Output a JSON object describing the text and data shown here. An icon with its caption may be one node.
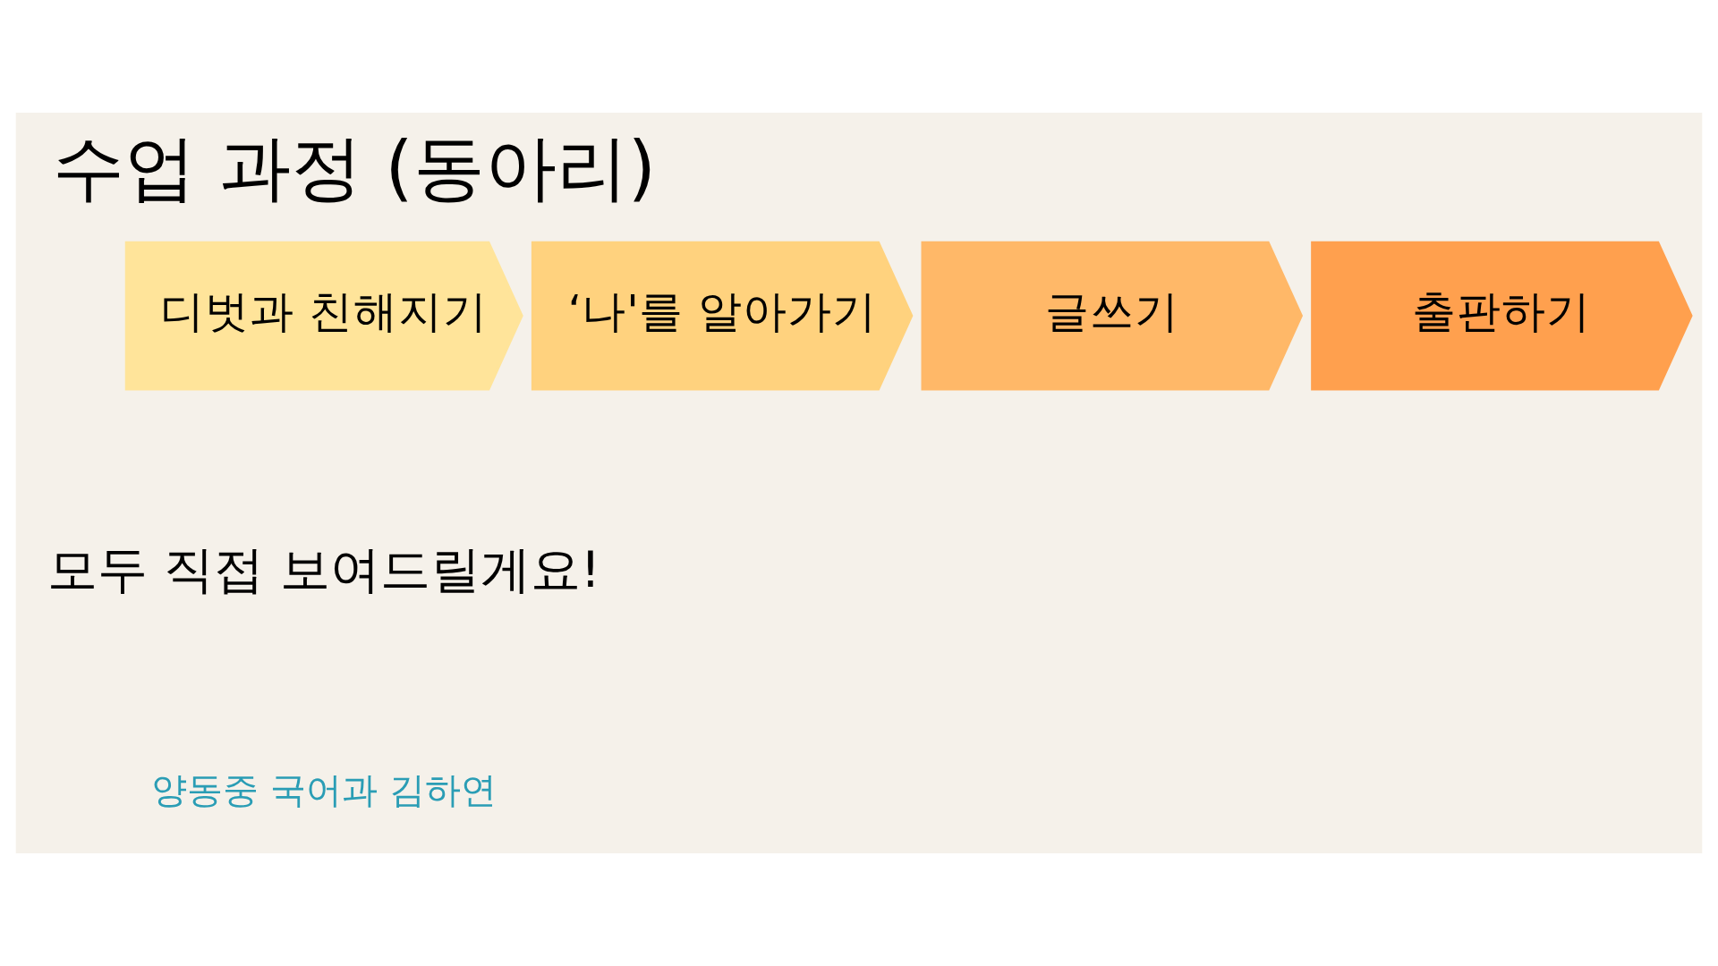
{
  "diagram": {
    "title": "수업 과정 (동아리)",
    "nodes": [
      {
        "text": [
          "디벗과 친해지기"
        ]
      },
      {
        "text": [
          "‘나'를 알아가기"
        ]
      },
      {
        "text": [
          "글쓰기"
        ]
      },
      {
        "text": [
          "출판하기"
        ]
      }
    ],
    "labels": [
      "모두 직접 보여드릴게요!",
      "양동중 국어과 김하연"
    ]
  }
}
